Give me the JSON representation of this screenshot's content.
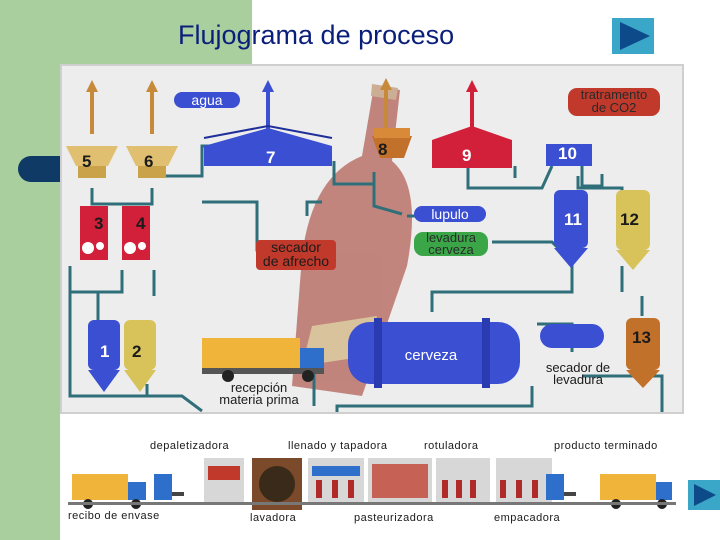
{
  "slide": {
    "title": "Flujograma de proceso"
  },
  "diagram": {
    "equipment_numbers": [
      "5",
      "6",
      "7",
      "8",
      "9",
      "10",
      "3",
      "4",
      "11",
      "12",
      "1",
      "2",
      "13"
    ],
    "tags": {
      "agua": "agua",
      "co2_line1": "tratramento",
      "co2_line2": "de CO2",
      "lupulo": "lupulo",
      "levadura_line1": "levadura",
      "levadura_line2": "cerveza",
      "secador_afrecho_line1": "secador",
      "secador_afrecho_line2": "de afrecho",
      "cerveza": "cerveza",
      "secador_levadura_line1": "secador de",
      "secador_levadura_line2": "levadura",
      "recepcion_line1": "recepción",
      "recepcion_line2": "materia prima"
    },
    "colors": {
      "blue_tank": "#3a4fd2",
      "red_tank": "#d2203a",
      "tan_tank": "#d8c25a",
      "pipe": "#2f6f7a",
      "arrow": "#c68a3a"
    }
  },
  "bottom_line": {
    "labels": {
      "depaletizadora": "depaletizadora",
      "llenado": "llenado y tapadora",
      "rotuladora": "rotuladora",
      "producto": "producto terminado",
      "recibo": "recibo de envase",
      "lavadora": "lavadora",
      "pasteurizadora": "pasteurizadora",
      "empacadora": "empacadora"
    }
  },
  "icons": {
    "next_top": "play-triangle-icon",
    "next_bottom": "play-triangle-icon"
  }
}
